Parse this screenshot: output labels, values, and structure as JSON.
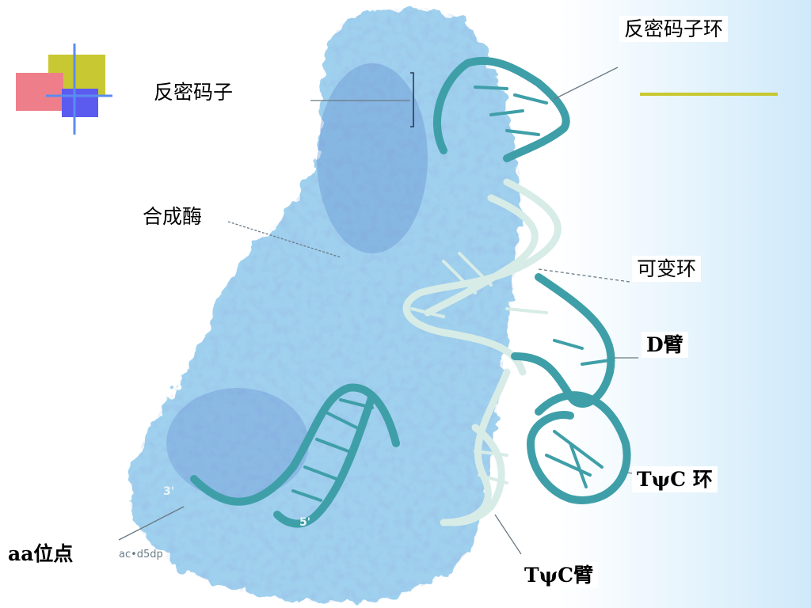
{
  "labels": {
    "anticodon": "反密码子",
    "anticodon_loop": "反密码子环",
    "synthetase": "合成酶",
    "variable_loop": "可变环",
    "d_arm": "D臂",
    "tpsic_loop": "TψC 环",
    "aa_site": "aa位点",
    "tpsic_arm": "TψC臂"
  },
  "micro_labels": {
    "three_prime": "3'",
    "five_prime": "5'",
    "small_text": "ac•d5dp"
  },
  "colors": {
    "protein_light": "#9fd0ee",
    "protein_mid": "#7fb2e0",
    "protein_dark": "#5a86cc",
    "trna_dark": "#3f9fa8",
    "trna_light": "#d7ece6",
    "deco_yellow": "#c8c832",
    "deco_pink": "#ee7f8a",
    "deco_blue": "#5b5bf0"
  }
}
